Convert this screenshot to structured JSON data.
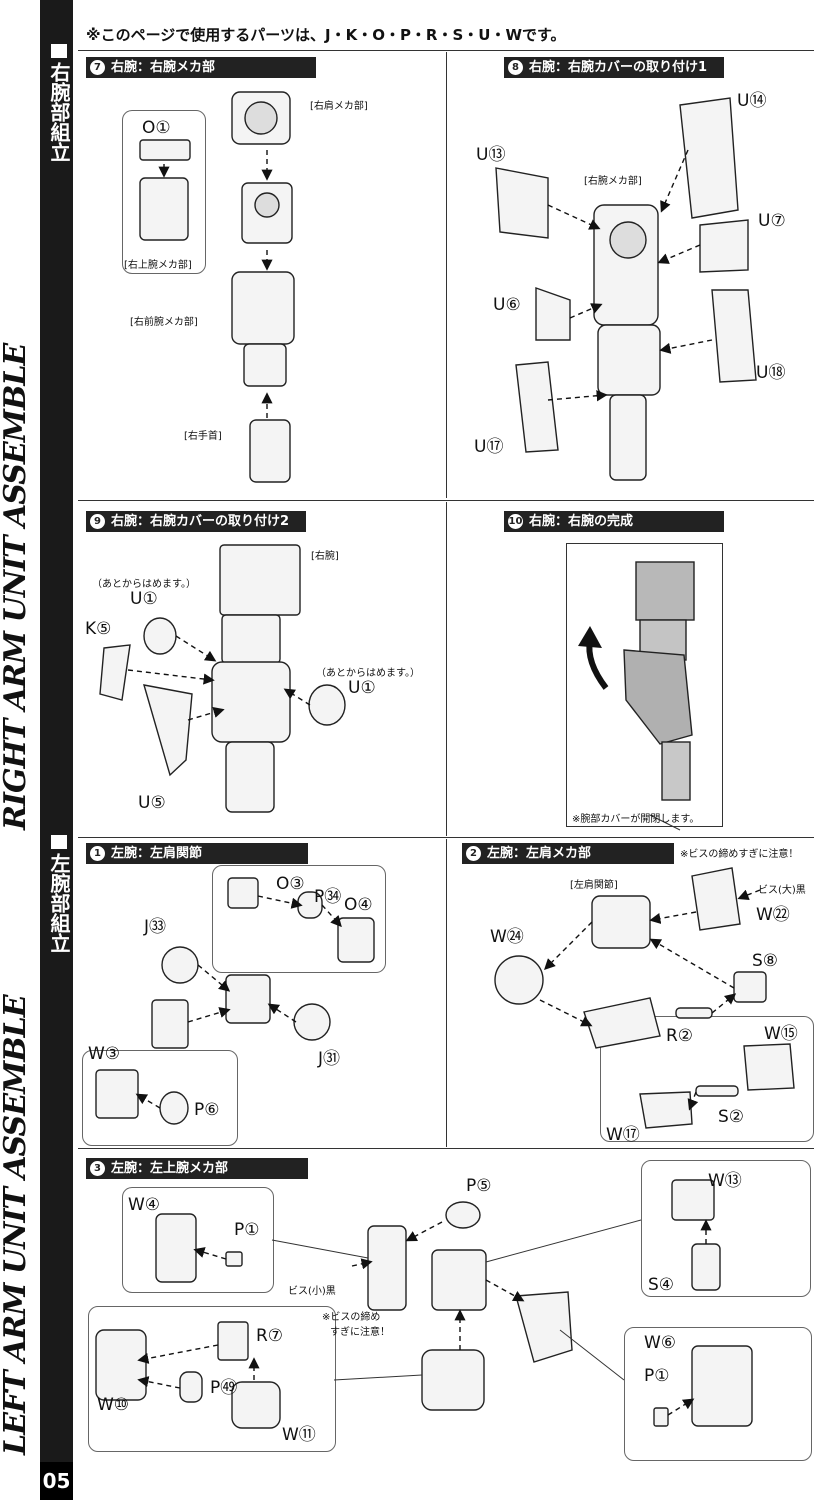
{
  "sidebar": {
    "right_jp": "右腕部組立",
    "right_en": "RIGHT ARM UNIT ASSEMBLE",
    "left_jp": "左腕部組立",
    "left_en": "LEFT ARM UNIT ASSEMBLE",
    "page_number": "05"
  },
  "header": "※このページで使用するパーツは、J・K・O・P・R・S・U・Wです。",
  "steps": [
    {
      "num": "7",
      "title": "右腕：右腕メカ部",
      "labels": [
        "[右肩メカ部]",
        "[右上腕メカ部]",
        "[右前腕メカ部]",
        "[右手首]"
      ],
      "parts": [
        "O①"
      ]
    },
    {
      "num": "8",
      "title": "右腕：右腕カバーの取り付け1",
      "labels": [
        "[右腕メカ部]"
      ],
      "parts": [
        "U⑭",
        "U⑬",
        "U⑦",
        "U⑥",
        "U⑱",
        "U⑰"
      ]
    },
    {
      "num": "9",
      "title": "右腕：右腕カバーの取り付け2",
      "labels": [
        "[右腕]"
      ],
      "notes": [
        "（あとからはめます。）",
        "（あとからはめます。）"
      ],
      "parts": [
        "U①",
        "K⑤",
        "U①",
        "U⑤"
      ]
    },
    {
      "num": "10",
      "title": "右腕：右腕の完成",
      "notes": [
        "※腕部カバーが開閉します。"
      ]
    },
    {
      "num": "1",
      "title": "左腕：左肩関節",
      "parts": [
        "O③",
        "P㉞",
        "O④",
        "J㉝",
        "J㉛",
        "W③",
        "P⑥"
      ]
    },
    {
      "num": "2",
      "title": "左腕：左肩メカ部",
      "labels": [
        "[左肩関節]"
      ],
      "notes": [
        "※ビスの締めすぎに注意！",
        "ビス(大)黒"
      ],
      "parts": [
        "W㉔",
        "W㉒",
        "S⑧",
        "R②",
        "W⑮",
        "W⑰",
        "S②"
      ]
    },
    {
      "num": "3",
      "title": "左腕：左上腕メカ部",
      "notes": [
        "ビス(小)黒",
        "※ビスの締め",
        "すぎに注意！"
      ],
      "parts": [
        "P⑤",
        "W④",
        "P①",
        "W⑬",
        "S④",
        "R⑦",
        "P㊾",
        "W⑩",
        "W⑪",
        "W⑥",
        "P①"
      ]
    }
  ]
}
